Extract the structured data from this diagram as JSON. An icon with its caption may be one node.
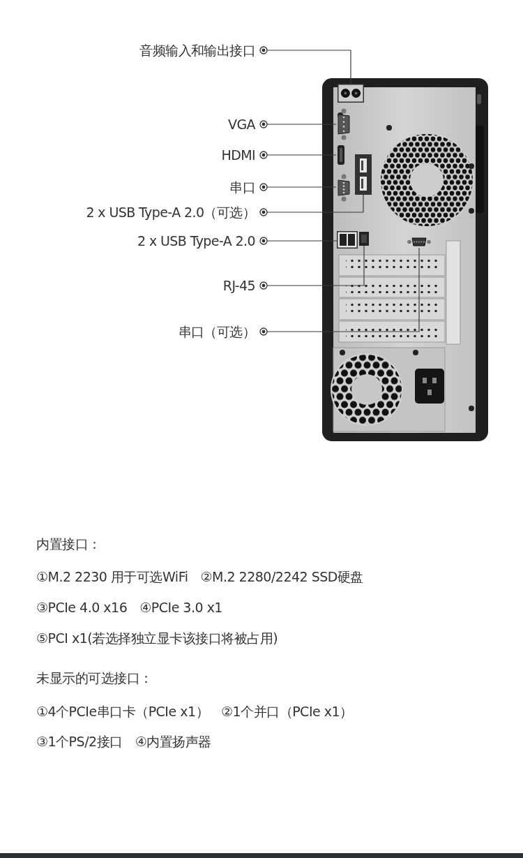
{
  "diagram": {
    "nodes": [
      {
        "text": [
          "音频输入和输出接口"
        ]
      },
      {
        "text": [
          "VGA"
        ]
      },
      {
        "text": [
          "HDMI"
        ]
      },
      {
        "text": [
          "串口"
        ]
      },
      {
        "text": [
          "2 x USB Type-A 2.0（可选）"
        ]
      },
      {
        "text": [
          "2 x USB Type-A 2.0"
        ]
      },
      {
        "text": [
          "RJ-45"
        ]
      },
      {
        "text": [
          "串口（可选）"
        ]
      },
      {
        "text": [],
        "shape": "picture"
      },
      {
        "text": [],
        "shape": "picture"
      },
      {
        "text": [],
        "shape": "picture"
      },
      {
        "text": [],
        "shape": "picture"
      },
      {
        "text": [],
        "shape": "picture"
      },
      {
        "text": [],
        "shape": "picture"
      },
      {
        "text": [],
        "shape": "picture"
      },
      {
        "text": [],
        "shape": "picture"
      }
    ],
    "edges": [
      {
        "from": 0,
        "to": 8,
        "arrow": "other"
      },
      {
        "from": 1,
        "to": 9,
        "arrow": "other"
      },
      {
        "from": 2,
        "to": 10,
        "arrow": "other"
      },
      {
        "from": 3,
        "to": 11,
        "arrow": "other"
      },
      {
        "from": 4,
        "to": 12,
        "arrow": "other"
      },
      {
        "from": 5,
        "to": 13,
        "arrow": "other"
      },
      {
        "from": 6,
        "to": 14,
        "arrow": "other"
      },
      {
        "from": 7,
        "to": 15,
        "arrow": "other"
      }
    ],
    "labels": [
      "内置接口：",
      "①M.2 2230 用于可选WiFi",
      "②M.2 2280/2242 SSD硬盘",
      "③PCIe 4.0 x16",
      "④PCIe 3.0 x1",
      "⑤PCI x1(若选择独立显卡该接口将被占用)",
      "未显示的可选接口：",
      "①4个PCIe串口卡（PCIe x1）",
      "②1个并口（PCIe x1）",
      "③1个PS/2接口",
      "④内置扬声器"
    ]
  }
}
